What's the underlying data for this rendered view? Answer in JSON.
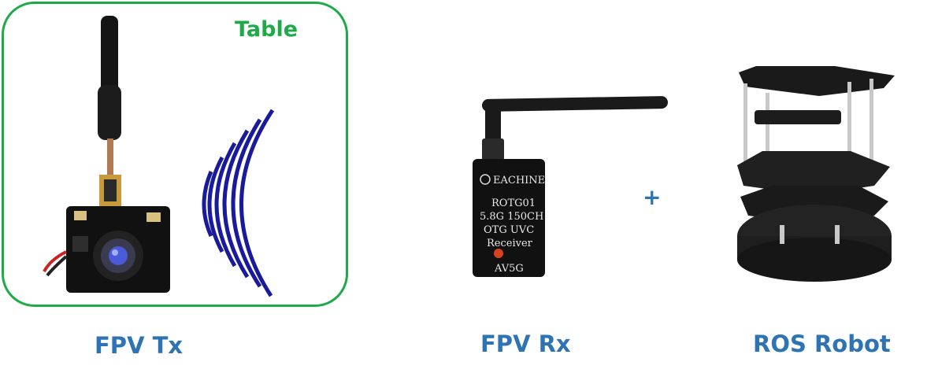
{
  "tx_box": {
    "label": "Table",
    "border_color": "#1faa4a"
  },
  "captions": {
    "tx": "FPV Tx",
    "rx": "FPV Rx",
    "robot": "ROS Robot"
  },
  "connector": {
    "plus": "+"
  },
  "receiver": {
    "brand": "EACHINE",
    "line1": "ROTG01",
    "line2": "5.8G 150CH",
    "line3": "OTG UVC",
    "line4": "Receiver",
    "footer": "AV5G"
  },
  "colors": {
    "caption": "#2e74b5",
    "waves": "#1a1a9c",
    "table_green": "#1faa4a"
  }
}
